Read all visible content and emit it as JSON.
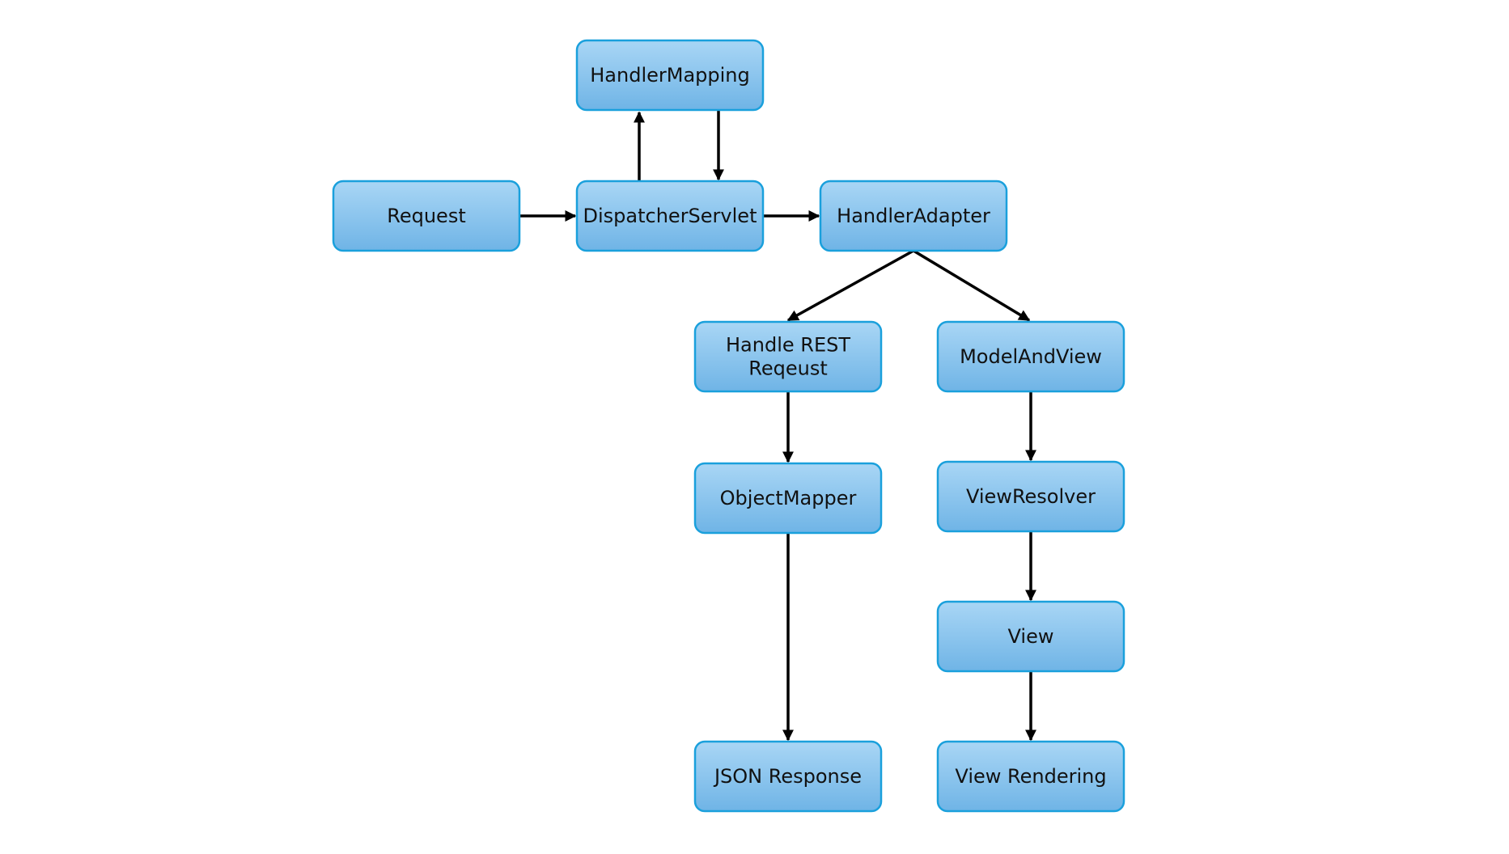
{
  "colors": {
    "node_fill_top": "#a9d6f5",
    "node_fill_bottom": "#6fb4e6",
    "node_border": "#1aa0dc",
    "edge": "#000000",
    "text": "#111111"
  },
  "nodes": [
    {
      "id": "handler-mapping",
      "lines": [
        "HandlerMapping"
      ]
    },
    {
      "id": "request",
      "lines": [
        "Request"
      ]
    },
    {
      "id": "dispatcher-servlet",
      "lines": [
        "DispatcherServlet"
      ]
    },
    {
      "id": "handler-adapter",
      "lines": [
        "HandlerAdapter"
      ]
    },
    {
      "id": "handle-rest-request",
      "lines": [
        "Handle REST",
        "Reqeust"
      ]
    },
    {
      "id": "model-and-view",
      "lines": [
        "ModelAndView"
      ]
    },
    {
      "id": "object-mapper",
      "lines": [
        "ObjectMapper"
      ]
    },
    {
      "id": "view-resolver",
      "lines": [
        "ViewResolver"
      ]
    },
    {
      "id": "view",
      "lines": [
        "View"
      ]
    },
    {
      "id": "json-response",
      "lines": [
        "JSON Response"
      ]
    },
    {
      "id": "view-rendering",
      "lines": [
        "View Rendering"
      ]
    }
  ],
  "edges": [
    {
      "from": "request",
      "to": "dispatcher-servlet"
    },
    {
      "from": "dispatcher-servlet",
      "to": "handler-mapping"
    },
    {
      "from": "handler-mapping",
      "to": "dispatcher-servlet"
    },
    {
      "from": "dispatcher-servlet",
      "to": "handler-adapter"
    },
    {
      "from": "handler-adapter",
      "to": "handle-rest-request"
    },
    {
      "from": "handler-adapter",
      "to": "model-and-view"
    },
    {
      "from": "handle-rest-request",
      "to": "object-mapper"
    },
    {
      "from": "object-mapper",
      "to": "json-response"
    },
    {
      "from": "model-and-view",
      "to": "view-resolver"
    },
    {
      "from": "view-resolver",
      "to": "view"
    },
    {
      "from": "view",
      "to": "view-rendering"
    }
  ]
}
